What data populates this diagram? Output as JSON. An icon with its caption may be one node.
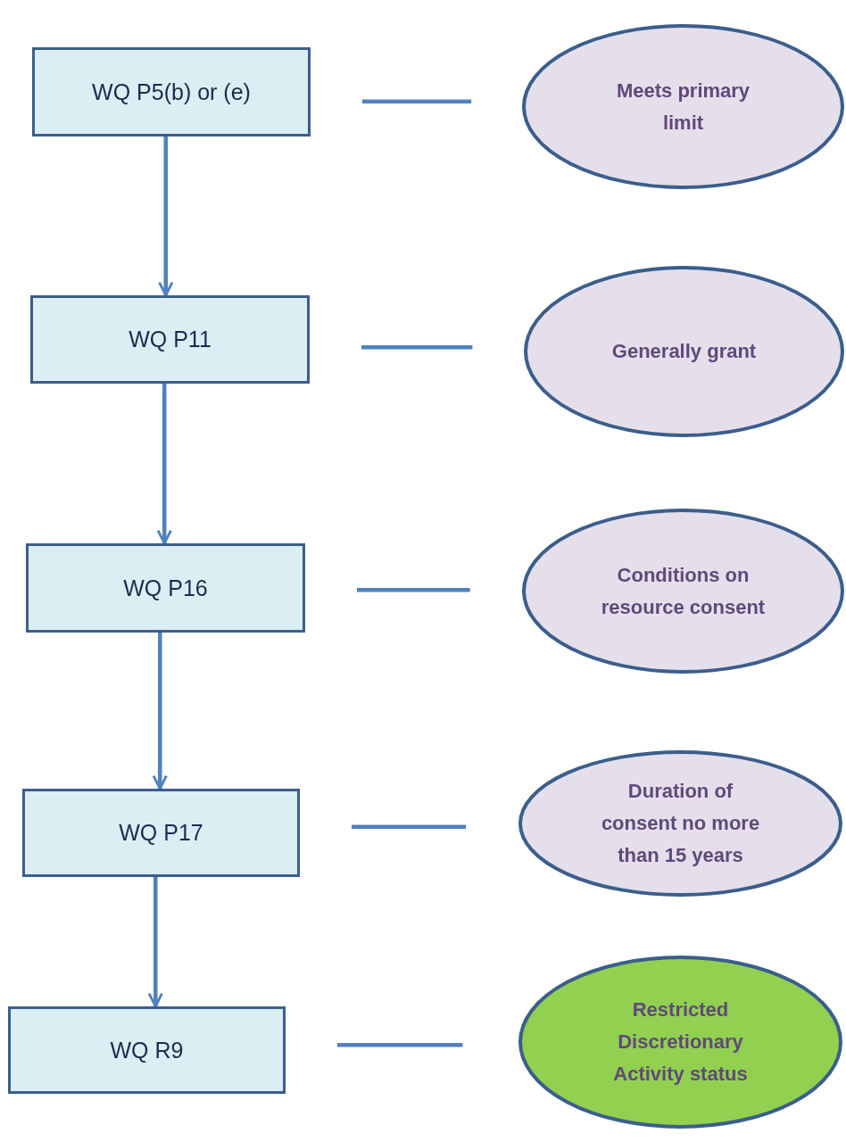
{
  "diagram": {
    "nodes": [
      {
        "text": [
          "WQ P5(b) or (e)"
        ]
      },
      {
        "text": [
          "Meets primary limit"
        ]
      },
      {
        "text": [
          "WQ P11"
        ]
      },
      {
        "text": [
          "Generally grant"
        ]
      },
      {
        "text": [
          "WQ P16"
        ]
      },
      {
        "text": [
          "Conditions on resource consent"
        ]
      },
      {
        "text": [
          "WQ P17"
        ]
      },
      {
        "text": [
          "Duration of consent no more than 15 years"
        ]
      },
      {
        "text": [
          "WQ R9"
        ]
      },
      {
        "text": [
          "Restricted Discretionary Activity status"
        ]
      }
    ],
    "edges": [
      {
        "from": 0,
        "to": 2,
        "arrow": "to"
      },
      {
        "from": 2,
        "to": 4,
        "arrow": "to"
      },
      {
        "from": 4,
        "to": 6,
        "arrow": "to"
      },
      {
        "from": 6,
        "to": 8,
        "arrow": "to"
      },
      {
        "from": 0,
        "to": 1,
        "arrow": "none"
      },
      {
        "from": 2,
        "to": 3,
        "arrow": "none"
      },
      {
        "from": 4,
        "to": 5,
        "arrow": "none"
      },
      {
        "from": 6,
        "to": 7,
        "arrow": "none"
      },
      {
        "from": 8,
        "to": 9,
        "arrow": "none"
      }
    ]
  }
}
